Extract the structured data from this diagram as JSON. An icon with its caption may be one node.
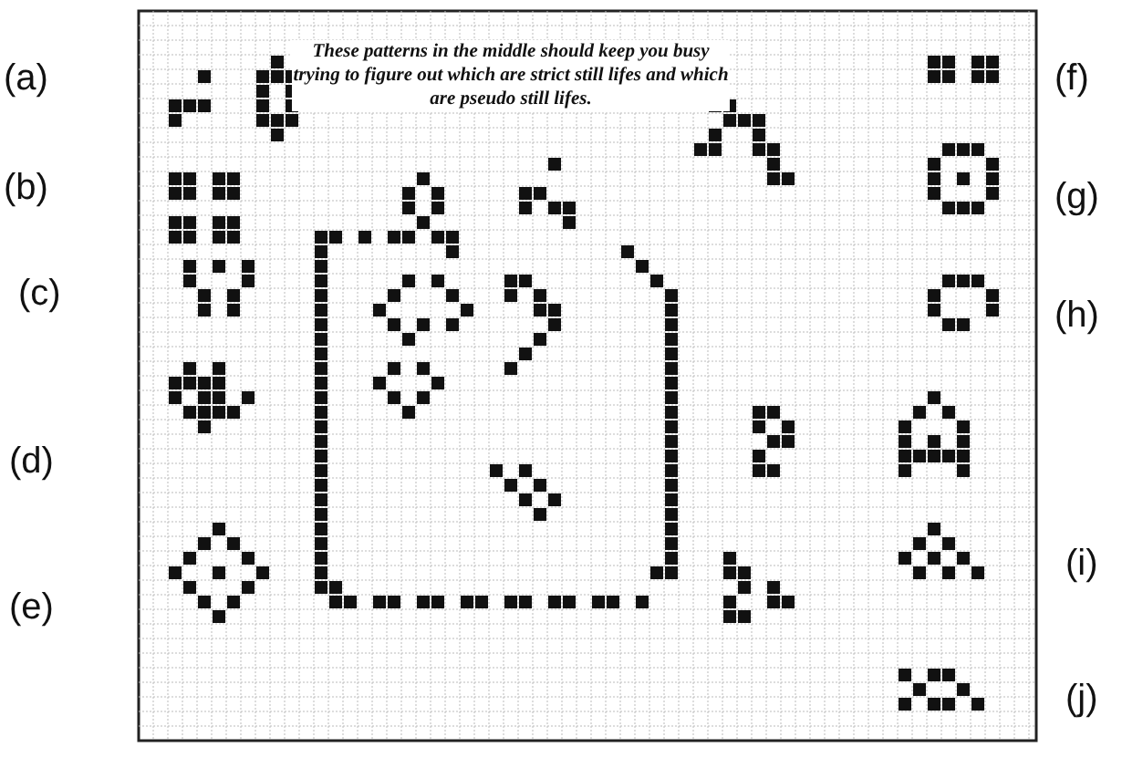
{
  "diagram": {
    "labels": [
      "(a)",
      "These patterns in the middle should keep you busy trying to figure out which are strict still lifes and which are pseudo still lifes.",
      "(f)",
      "(b)",
      "(g)",
      "(c)",
      "(h)",
      "(d)",
      "(i)",
      "(e)",
      "(j)"
    ]
  }
}
